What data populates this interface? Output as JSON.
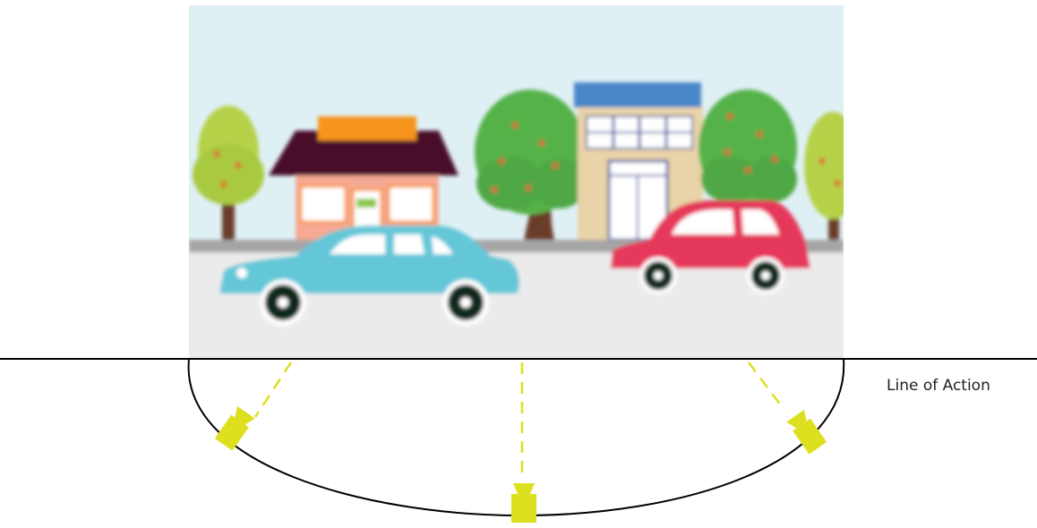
{
  "labels": {
    "line_of_action": "Line of Action"
  },
  "scene": {
    "elements": [
      "sky",
      "trees",
      "shop",
      "office-building",
      "sidewalk",
      "road",
      "blue-car",
      "red-car"
    ]
  },
  "cameras": {
    "count": 3,
    "positions": [
      "left",
      "center",
      "right"
    ]
  },
  "colors": {
    "sky": "#dff0f5",
    "road": "#ebebeb",
    "sidewalk": "#a5a5a5",
    "tree_green": "#55b24a",
    "tree_light": "#b6d24a",
    "trunk": "#6b3e2a",
    "shop_roof": "#4a0f2a",
    "shop_sign": "#f7941d",
    "shop_wall": "#f6a993",
    "building_wall": "#e9d3a8",
    "building_top": "#4a86c8",
    "window_blue": "#3556a3",
    "blue_car": "#63c7d8",
    "red_car": "#e5385a",
    "wheel": "#0e2a1e",
    "camera": "#dde01e",
    "line": "#000000"
  }
}
